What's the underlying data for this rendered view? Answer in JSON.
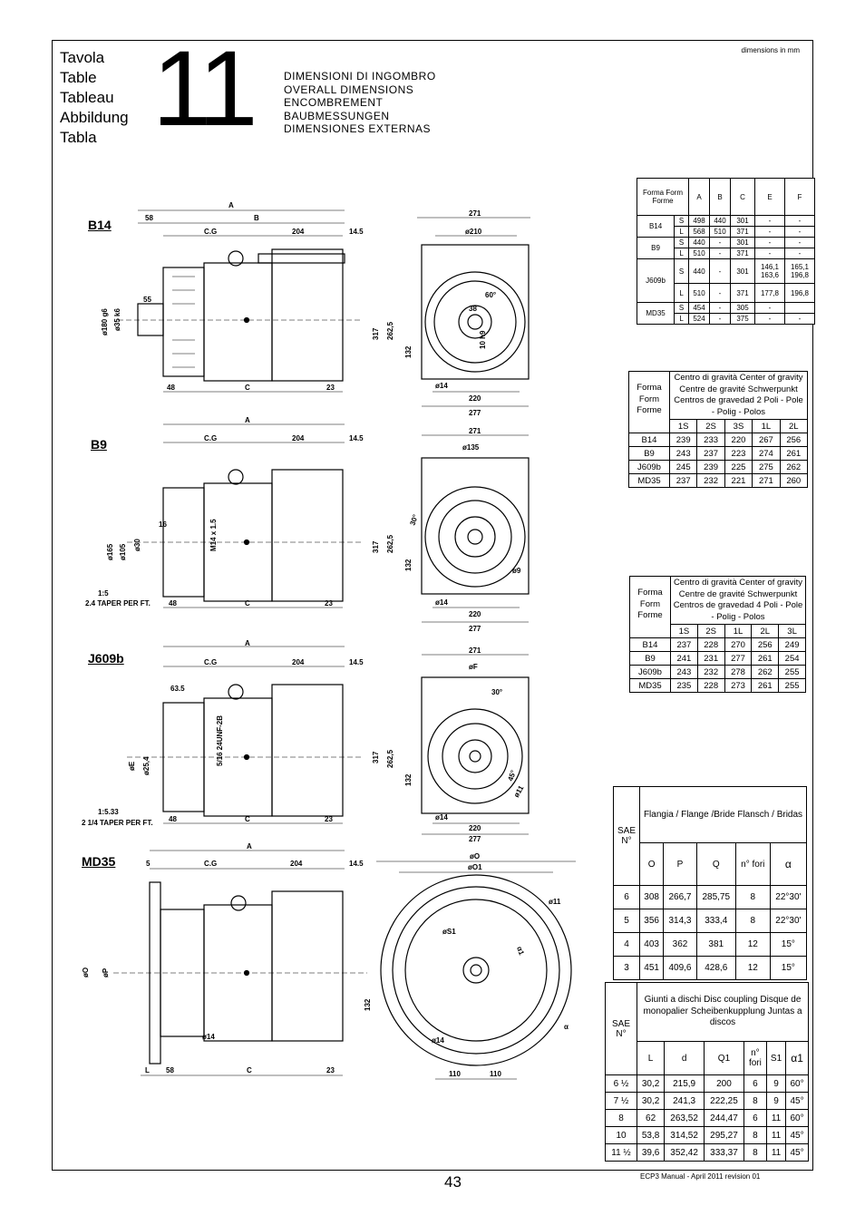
{
  "header": {
    "title_lines": [
      "Tavola",
      "Table",
      "Tableau",
      "Abbildung",
      "Tabla"
    ],
    "number": "11",
    "dimension_lines": [
      "DIMENSIONI DI INGOMBRO",
      "OVERALL DIMENSIONS",
      "ENCOMBREMENT",
      "BAUBMESSUNGEN",
      "DIMENSIONES EXTERNAS"
    ],
    "units": "dimensions in mm"
  },
  "views": {
    "b14": "B14",
    "b9": "B9",
    "j609b": "J609b",
    "md35": "MD35"
  },
  "drawing_labels": {
    "A": "A",
    "B": "B",
    "C": "C",
    "CG": "C.G",
    "d58": "58",
    "d204": "204",
    "d145": "14.5",
    "d55": "55",
    "d48": "48",
    "d23": "23",
    "d271": "271",
    "d210": "ø210",
    "d135": "ø135",
    "d317": "317",
    "d2625": "262,5",
    "d132": "132",
    "d14": "ø14",
    "d220": "220",
    "d277": "277",
    "d180": "ø180 g6",
    "d35": "ø35 k6",
    "d38": "38",
    "d10h9": "10 h9",
    "d60": "60°",
    "d30": "30°",
    "d9": "ø9",
    "d11": "ø11",
    "d45": "45°",
    "d165": "ø165",
    "d105": "ø105",
    "d30b": "ø30",
    "d16": "16",
    "m14": "M14 x 1.5",
    "taper1": "1:5",
    "taper1b": "2.4 TAPER PER FT.",
    "d635": "63.5",
    "dE": "øE",
    "d254": "ø25,4",
    "unf": "5/16 24UNF-2B",
    "taper2": "1:5.33",
    "taper2b": "2 1/4 TAPER PER FT.",
    "dF": "øF",
    "d5": "5",
    "dO": "øO",
    "dO1": "øO1",
    "dP": "øP",
    "dS1": "øS1",
    "dL": "L",
    "d110": "110",
    "alpha1": "α1",
    "alpha": "α"
  },
  "dim_table": {
    "header": [
      "Forma Form Forme",
      "A",
      "B",
      "C",
      "E",
      "F"
    ],
    "rows": [
      [
        "B14",
        "S",
        "498",
        "440",
        "301",
        "-",
        "-"
      ],
      [
        "",
        "L",
        "568",
        "510",
        "371",
        "-",
        "-"
      ],
      [
        "B9",
        "S",
        "440",
        "-",
        "301",
        "-",
        "-"
      ],
      [
        "",
        "L",
        "510",
        "-",
        "371",
        "-",
        "-"
      ],
      [
        "J609b",
        "S",
        "440",
        "-",
        "301",
        "146,1 163,6",
        "165,1 196,8"
      ],
      [
        "",
        "L",
        "510",
        "-",
        "371",
        "177,8",
        "196,8"
      ],
      [
        "MD35",
        "S",
        "454",
        "-",
        "305",
        "-",
        ""
      ],
      [
        "",
        "L",
        "524",
        "-",
        "375",
        "-",
        "-"
      ]
    ]
  },
  "cg2_table": {
    "forma": "Forma Form Forme",
    "title": "Centro di gravità Center of gravity Centre de gravité Schwerpunkt Centros de gravedad 2 Poli - Pole - Polig - Polos",
    "cols": [
      "1S",
      "2S",
      "3S",
      "1L",
      "2L"
    ],
    "rows": [
      [
        "B14",
        "239",
        "233",
        "220",
        "267",
        "256"
      ],
      [
        "B9",
        "243",
        "237",
        "223",
        "274",
        "261"
      ],
      [
        "J609b",
        "245",
        "239",
        "225",
        "275",
        "262"
      ],
      [
        "MD35",
        "237",
        "232",
        "221",
        "271",
        "260"
      ]
    ]
  },
  "cg4_table": {
    "forma": "Forma Form Forme",
    "title": "Centro di gravità Center of gravity Centre de gravité Schwerpunkt Centros de gravedad 4 Poli - Pole - Polig - Polos",
    "cols": [
      "1S",
      "2S",
      "1L",
      "2L",
      "3L"
    ],
    "rows": [
      [
        "B14",
        "237",
        "228",
        "270",
        "256",
        "249"
      ],
      [
        "B9",
        "241",
        "231",
        "277",
        "261",
        "254"
      ],
      [
        "J609b",
        "243",
        "232",
        "278",
        "262",
        "255"
      ],
      [
        "MD35",
        "235",
        "228",
        "273",
        "261",
        "255"
      ]
    ]
  },
  "flange_table": {
    "sae": "SAE N°",
    "title": "Flangia / Flange /Bride Flansch / Bridas",
    "cols": [
      "O",
      "P",
      "Q",
      "n° fori",
      "α"
    ],
    "rows": [
      [
        "6",
        "308",
        "266,7",
        "285,75",
        "8",
        "22°30'"
      ],
      [
        "5",
        "356",
        "314,3",
        "333,4",
        "8",
        "22°30'"
      ],
      [
        "4",
        "403",
        "362",
        "381",
        "12",
        "15°"
      ],
      [
        "3",
        "451",
        "409,6",
        "428,6",
        "12",
        "15°"
      ]
    ]
  },
  "disc_table": {
    "sae": "SAE N°",
    "title": "Giunti a dischi Disc coupling Disque de monopalier Scheibenkupplung Juntas a discos",
    "cols": [
      "L",
      "d",
      "Q1",
      "n° fori",
      "S1",
      "α1"
    ],
    "rows": [
      [
        "6 ½",
        "30,2",
        "215,9",
        "200",
        "6",
        "9",
        "60°"
      ],
      [
        "7 ½",
        "30,2",
        "241,3",
        "222,25",
        "8",
        "9",
        "45°"
      ],
      [
        "8",
        "62",
        "263,52",
        "244,47",
        "6",
        "11",
        "60°"
      ],
      [
        "10",
        "53,8",
        "314,52",
        "295,27",
        "8",
        "11",
        "45°"
      ],
      [
        "11 ½",
        "39,6",
        "352,42",
        "333,37",
        "8",
        "11",
        "45°"
      ]
    ]
  },
  "footer": {
    "page": "43",
    "manual": "ECP3 Manual - April 2011 revision 01"
  }
}
